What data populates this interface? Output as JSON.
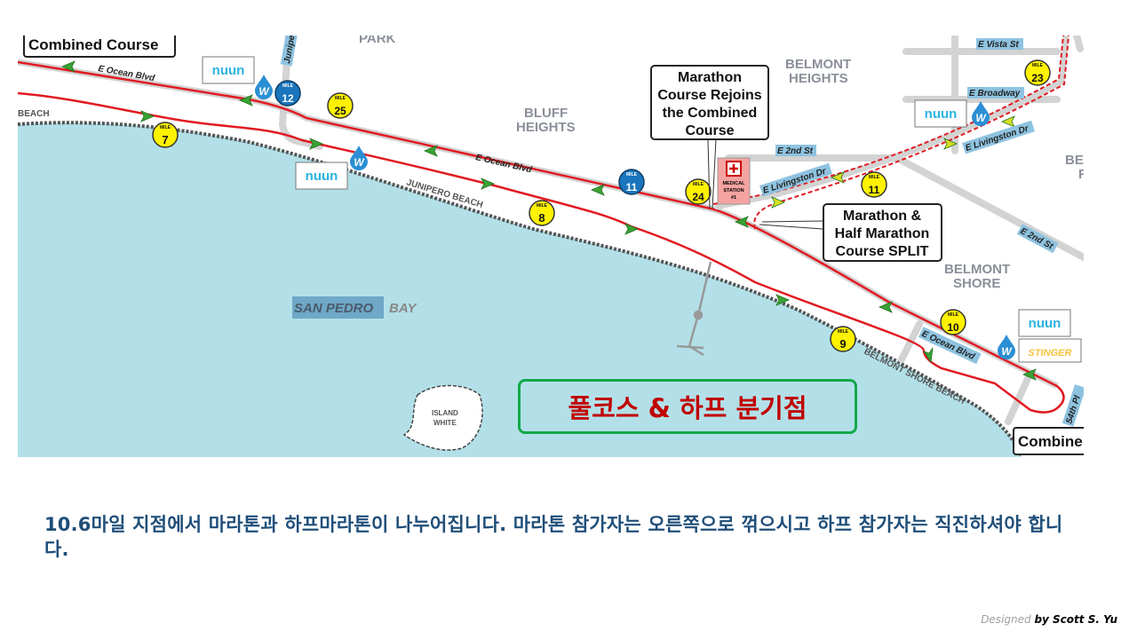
{
  "map": {
    "callouts": {
      "combined_top": "Combined Course",
      "rejoin": [
        "Marathon",
        "Course Rejoins",
        "the Combined",
        "Course"
      ],
      "split": [
        "Marathon &",
        "Half Marathon",
        "Course SPLIT"
      ],
      "combined_bottom": "Combine"
    },
    "areas": {
      "park": "PARK",
      "belmont_heights": [
        "BELMONT",
        "HEIGHTS"
      ],
      "bluff_heights": [
        "BLUFF",
        "HEIGHTS"
      ],
      "belmont_shore": [
        "BELMONT",
        "SHORE"
      ],
      "cut_right": [
        "BE",
        "F"
      ],
      "bay": "SAN PEDRO",
      "bay_suffix": "BAY",
      "island": [
        "ISLAND",
        "WHITE"
      ],
      "beach_left": "BEACH",
      "junipero_beach": "JUNIPERO BEACH",
      "belmont_shore_beach": "BELMONT SHORE BEACH"
    },
    "streets": {
      "ocean1": "E Ocean Blvd",
      "ocean2": "E Ocean Blvd",
      "ocean3": "E Ocean Blvd",
      "junipero": "Junipero",
      "vista": "E Vista St",
      "broadway": "E Broadway",
      "second1": "E 2nd St",
      "second2": "E 2nd St",
      "livingston1": "E Livingston Dr",
      "livingston2": "E Livingston Dr",
      "fifty_fourth": "54th Pl"
    },
    "mile_word": "MILE",
    "miles": [
      {
        "n": "7",
        "color": "yellow"
      },
      {
        "n": "8",
        "color": "yellow"
      },
      {
        "n": "9",
        "color": "yellow"
      },
      {
        "n": "10",
        "color": "yellow"
      },
      {
        "n": "11",
        "color": "blue"
      },
      {
        "n": "11",
        "color": "yellow"
      },
      {
        "n": "12",
        "color": "blue"
      },
      {
        "n": "23",
        "color": "yellow"
      },
      {
        "n": "24",
        "color": "yellow"
      },
      {
        "n": "25",
        "color": "yellow"
      }
    ],
    "sponsors": {
      "nuun": "nuun",
      "stinger": "STINGER",
      "water": "W"
    },
    "medical": [
      "MEDICAL",
      "STATION",
      "#1"
    ],
    "colors": {
      "water": "#b3e0e8",
      "route": "#e11b22",
      "arrow": "#3aa335",
      "mile_yellow": "#fff200",
      "mile_blue": "#1a75bc",
      "street": "#d3d3d3"
    }
  },
  "highlight_label": "풀코스 & 하프 분기점",
  "caption": "10.6마일 지점에서 마라톤과 하프마라톤이 나누어집니다. 마라톤 참가자는 오른쪽으로 꺾으시고 하프 참가자는 직진하셔야 합니다.",
  "credit": {
    "designed": "Designed",
    "by": "by Scott S. Yu"
  }
}
